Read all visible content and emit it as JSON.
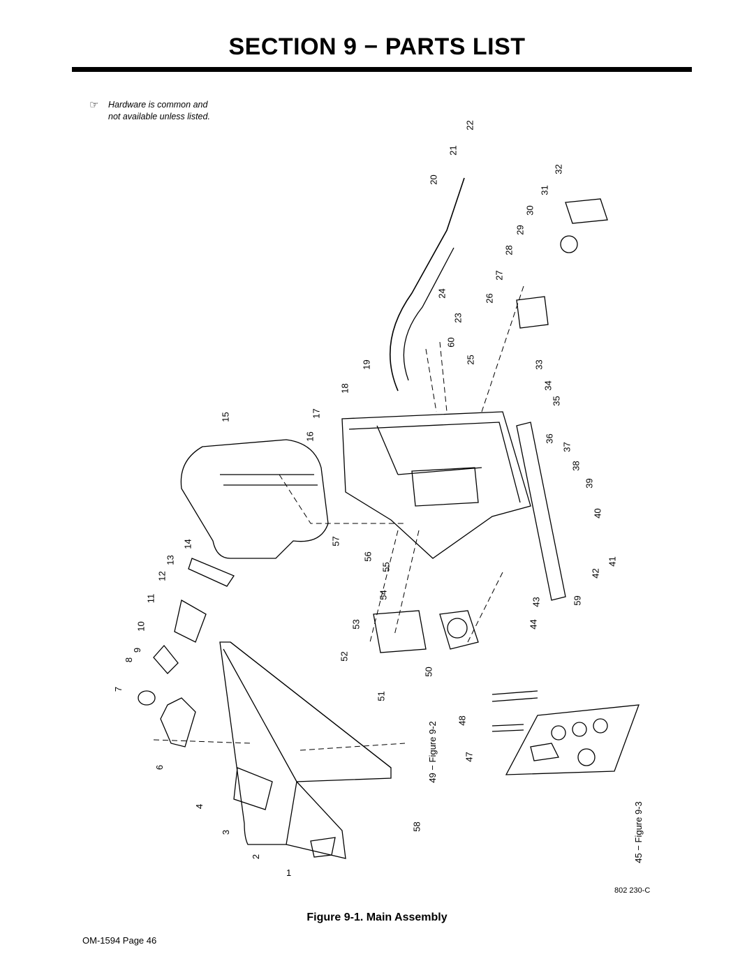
{
  "header": {
    "title": "SECTION 9 − PARTS LIST"
  },
  "note": {
    "icon": "pointing-hand-icon",
    "line1": "Hardware is common and",
    "line2": "not available unless listed."
  },
  "callouts": [
    "1",
    "2",
    "3",
    "4",
    "6",
    "7",
    "8",
    "9",
    "10",
    "11",
    "12",
    "13",
    "14",
    "15",
    "16",
    "17",
    "18",
    "19",
    "20",
    "21",
    "22",
    "23",
    "24",
    "25",
    "26",
    "27",
    "28",
    "29",
    "30",
    "31",
    "32",
    "33",
    "34",
    "35",
    "36",
    "37",
    "38",
    "39",
    "40",
    "41",
    "42",
    "43",
    "44",
    "47",
    "48",
    "50",
    "51",
    "52",
    "53",
    "54",
    "55",
    "56",
    "57",
    "58",
    "59",
    "60"
  ],
  "references": {
    "ref_49": "49 − Figure 9-2",
    "ref_45": "45 − Figure 9-3"
  },
  "drawing_number": "802 230-C",
  "caption": "Figure 9-1. Main Assembly",
  "footer": {
    "page": "OM-1594 Page 46"
  }
}
